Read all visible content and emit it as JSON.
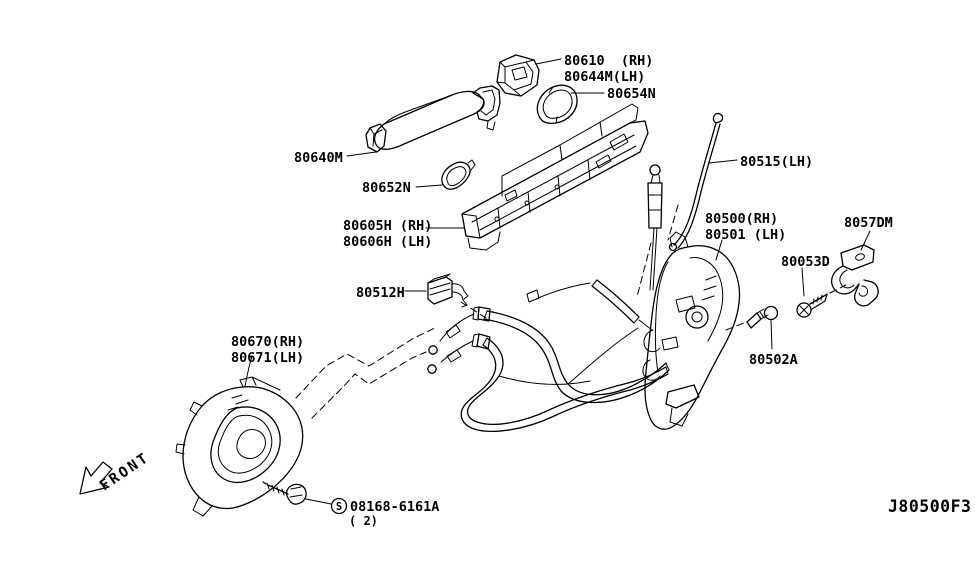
{
  "colors": {
    "background": "#ffffff",
    "ink": "#000000"
  },
  "diagram_code": "J80500F3",
  "front_label": "FRONT",
  "fastener_symbol": "S",
  "callouts": {
    "escutcheon": {
      "line1": "80610  (RH)",
      "line2": "80644M(LH)"
    },
    "rear_seal": {
      "label": "80654N"
    },
    "outside_handle": {
      "label": "80640M"
    },
    "front_seal": {
      "label": "80652N"
    },
    "handle_bracket": {
      "line1": "80605H (RH)",
      "line2": "80606H (LH)"
    },
    "lock_rod": {
      "label": "80515(LH)"
    },
    "door_lock": {
      "line1": "80500(RH)",
      "line2": "80501 (LH)"
    },
    "striker": {
      "label": "8057DM"
    },
    "striker_screw": {
      "label": "80053D"
    },
    "lock_screw": {
      "label": "80502A"
    },
    "knob_bracket": {
      "label": "80512H"
    },
    "inside_handle": {
      "line1": "80670(RH)",
      "line2": "80671(LH)"
    },
    "mount_bolt": {
      "label": "08168-6161A",
      "quantity": "( 2)"
    }
  }
}
